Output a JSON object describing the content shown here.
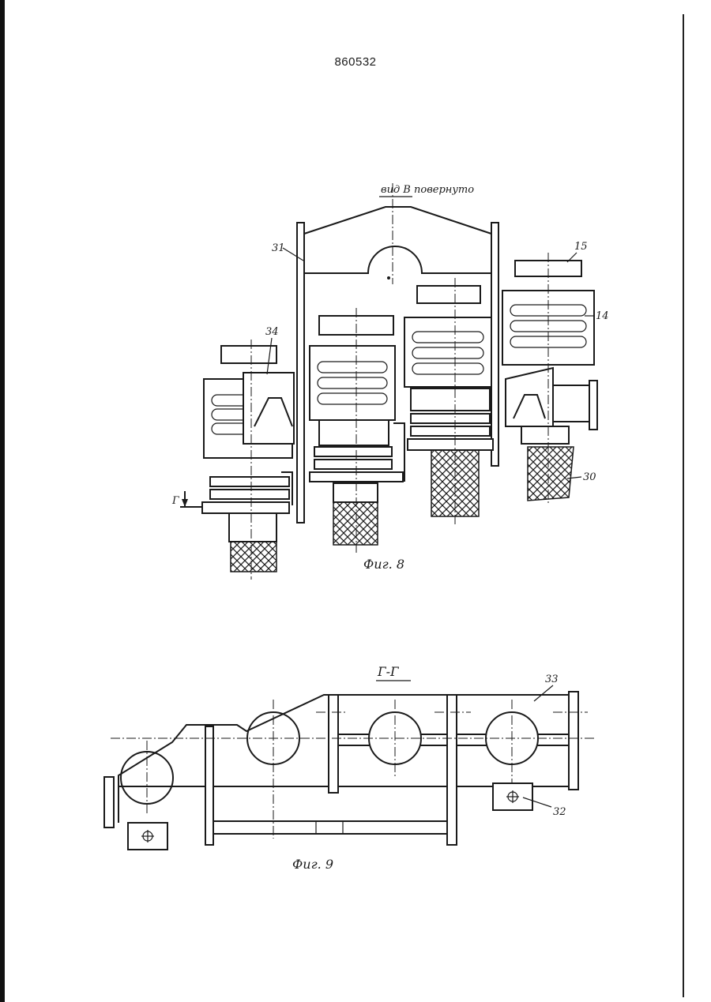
{
  "document": {
    "page_number": "860532"
  },
  "figure_8": {
    "view_label": "вид В повернуто",
    "caption": "Фиг. 8",
    "callouts": [
      {
        "id": "c31",
        "text": "31"
      },
      {
        "id": "c34",
        "text": "34"
      },
      {
        "id": "c15",
        "text": "15"
      },
      {
        "id": "c14",
        "text": "14"
      },
      {
        "id": "c30",
        "text": "30"
      }
    ],
    "section_mark": "Г"
  },
  "figure_9": {
    "section_label": "Г-Г",
    "caption": "Фиг. 9",
    "callouts": [
      {
        "id": "c33",
        "text": "33"
      },
      {
        "id": "c32",
        "text": "32"
      }
    ]
  }
}
